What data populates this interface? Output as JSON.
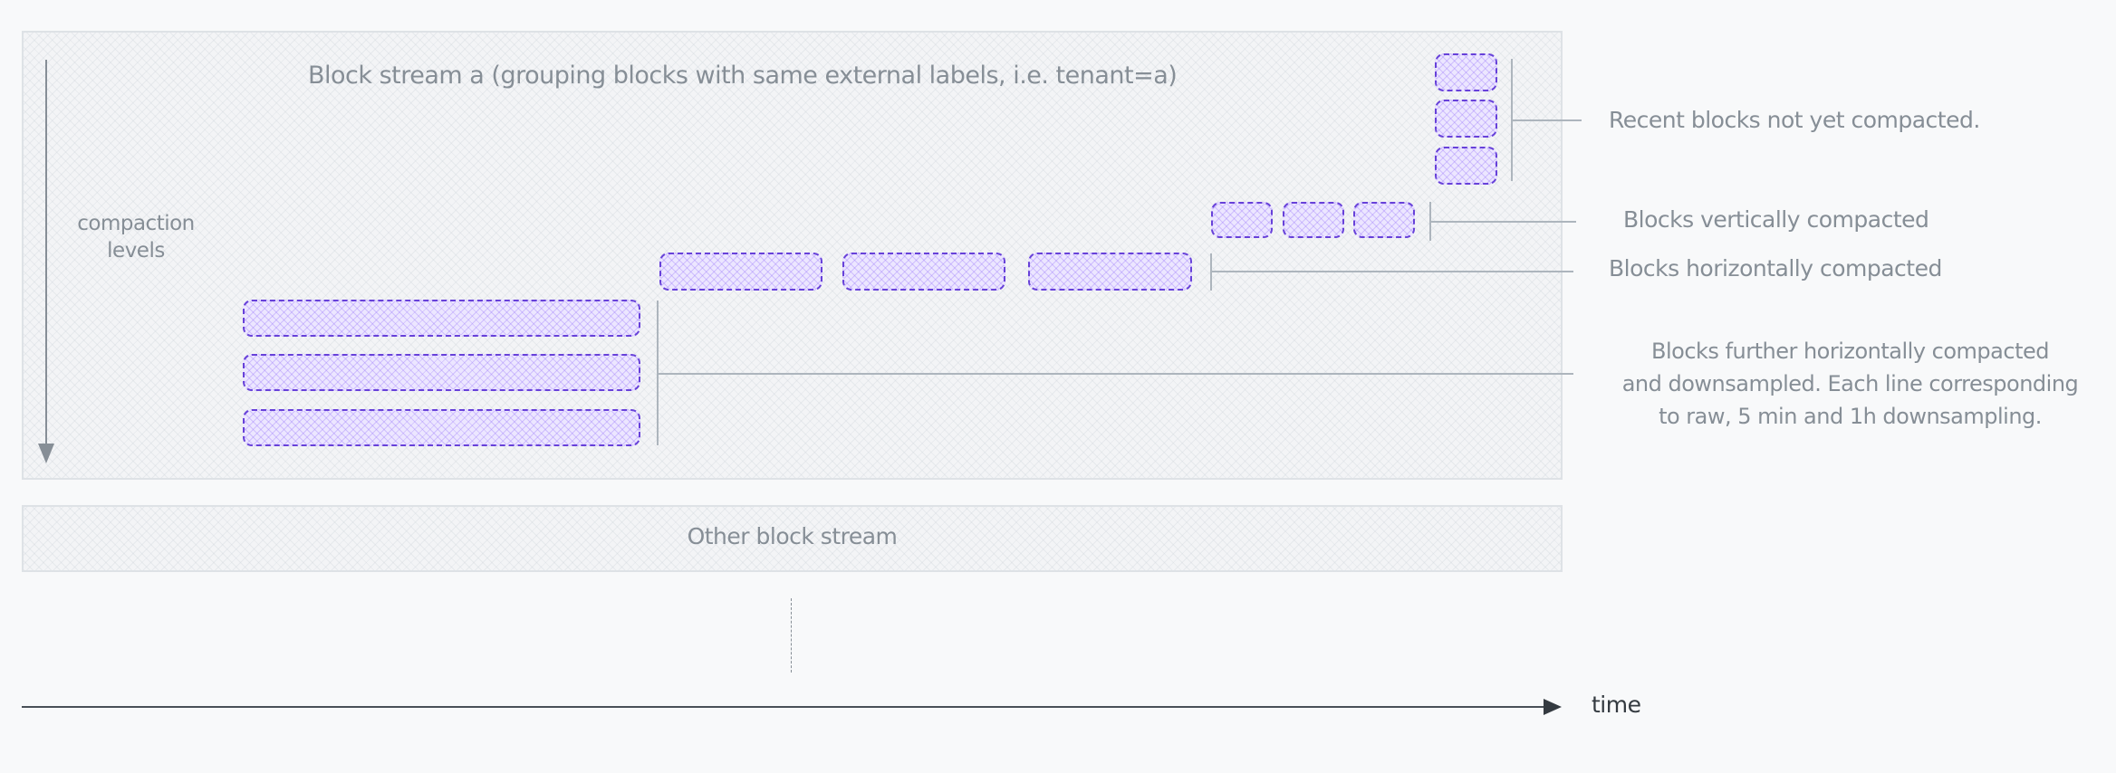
{
  "stream_a": {
    "title": "Block stream a (grouping blocks with same external labels, i.e. tenant=a)"
  },
  "axis_levels": {
    "label_line1": "compaction",
    "label_line2": "levels"
  },
  "annotations": {
    "recent": "Recent blocks not yet compacted.",
    "vertical": "Blocks vertically compacted",
    "horizontal": "Blocks horizontally compacted",
    "further_line1": "Blocks further horizontally compacted",
    "further_line2": "and downsampled. Each line corresponding",
    "further_line3": "to raw, 5 min and 1h downsampling."
  },
  "other_stream": {
    "title": "Other block stream"
  },
  "time_axis": {
    "label": "time"
  },
  "colors": {
    "background": "#f8f9fa",
    "stream_fill": "#f3f4f6",
    "stream_border": "#dee2e6",
    "block_border": "#6741d9",
    "block_fill": "#ece6ff",
    "connector": "#adb5bd",
    "text": "#868e96",
    "time_axis": "#495057",
    "time_label": "#343a40"
  },
  "blocks": {
    "recent_count": 3,
    "vertical_count": 3,
    "horizontal_count": 3,
    "downsampled_count": 3
  }
}
